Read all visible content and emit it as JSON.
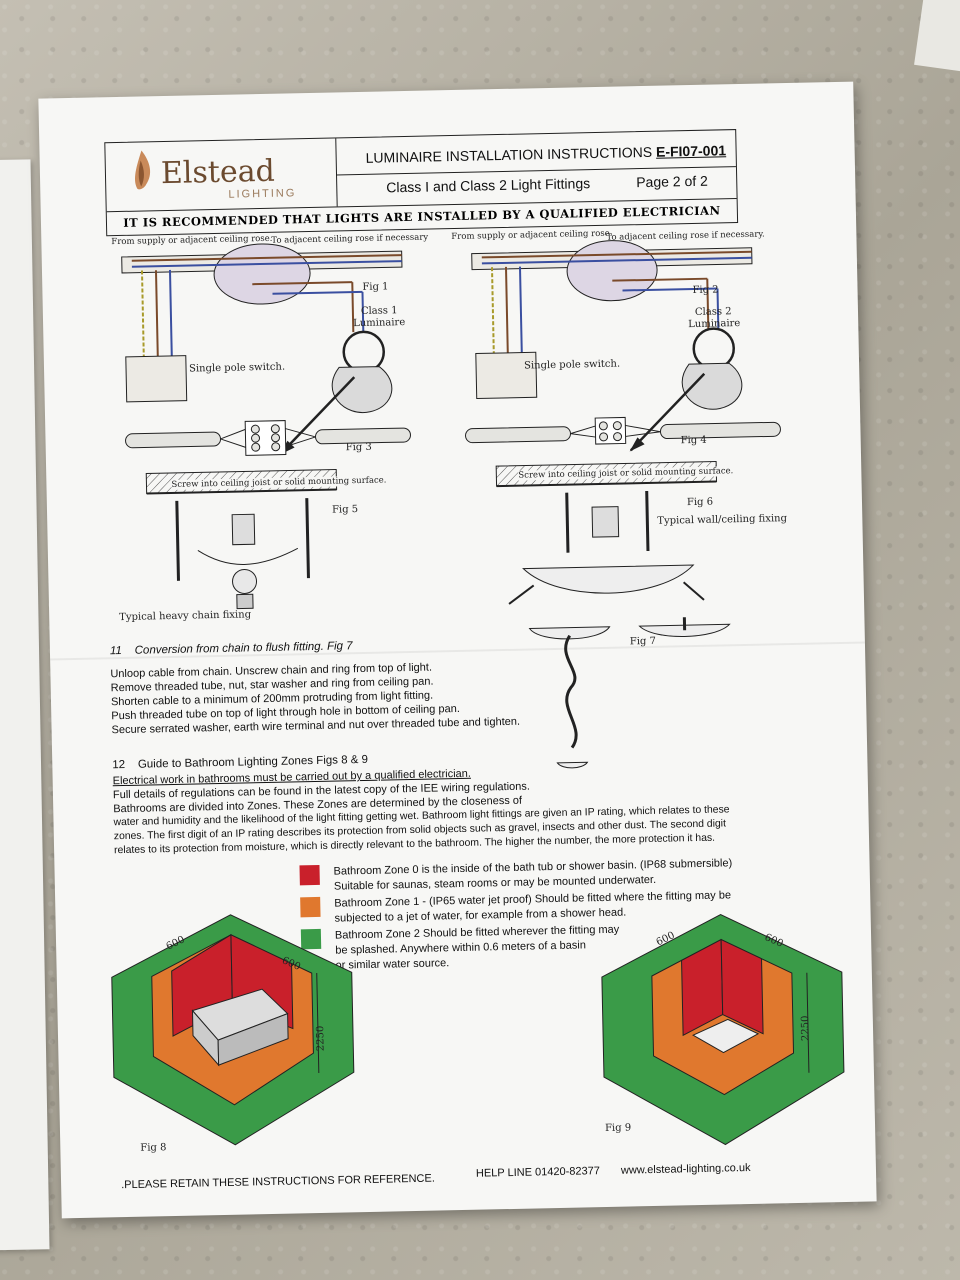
{
  "header": {
    "brand": "Elstead",
    "brand_sub": "LIGHTING",
    "title": "LUMINAIRE INSTALLATION INSTRUCTIONS",
    "code": "E-FI07-001",
    "subtitle": "Class I and Class 2 Light Fittings",
    "page": "Page 2 of 2",
    "recommendation": "IT IS RECOMMENDED THAT LIGHTS ARE INSTALLED BY A QUALIFIED ELECTRICIAN"
  },
  "diagram_labels": {
    "from_supply_left": "From supply or adjacent ceiling rose.",
    "to_adjacent_left": "To adjacent ceiling rose if necessary",
    "from_supply_right": "From supply or adjacent ceiling rose.",
    "to_adjacent_right": "To adjacent ceiling rose if necessary.",
    "fig1": "Fig 1",
    "fig2": "Fig 2",
    "fig3": "Fig 3",
    "fig4": "Fig 4",
    "fig5": "Fig 5",
    "fig6": "Fig 6",
    "fig7": "Fig 7",
    "fig8": "Fig 8",
    "fig9": "Fig 9",
    "class1": "Class 1",
    "class1_b": "Luminaire",
    "class2": "Class 2",
    "class2_b": "Luminaire",
    "switch_left": "Single pole switch.",
    "switch_right": "Single pole switch.",
    "screw_left": "Screw into ceiling joist or solid mounting surface.",
    "screw_right": "Screw into ceiling joist or solid mounting surface.",
    "heavy_chain": "Typical heavy chain fixing",
    "wall_ceiling": "Typical wall/ceiling fixing",
    "dim_600a": "600",
    "dim_600b": "600",
    "dim_2250a": "2250",
    "dim_600c": "600",
    "dim_600d": "600",
    "dim_2250b": "2250"
  },
  "section11": {
    "number": "11",
    "heading": "Conversion from chain to flush fitting. Fig 7",
    "lines": [
      "Unloop cable from chain. Unscrew chain and ring from top of light.",
      "Remove threaded tube, nut, star washer and ring from ceiling pan.",
      " Shorten cable to a minimum of 200mm protruding from light fitting.",
      " Push threaded tube on top of light through hole in bottom of ceiling pan.",
      "Secure serrated washer, earth wire terminal and nut over threaded tube and tighten."
    ]
  },
  "section12": {
    "number": "12",
    "heading": "Guide to Bathroom Lighting Zones Figs 8 & 9",
    "warning": "Electrical work in bathrooms must be carried out by a qualified electrician.",
    "lines": [
      "Full details of regulations can be found in the latest copy of the IEE wiring regulations.",
      "Bathrooms are divided into Zones. These Zones are determined by the closeness of",
      "water and humidity and the likelihood of the light fitting getting wet. Bathroom light fittings are given an IP rating, which relates to these",
      "zones. The first digit of an IP rating describes its protection from solid objects such as gravel, insects and other dust. The second digit",
      "relates to its protection from moisture, which is directly relevant to the bathroom. The higher the number, the more protection it has."
    ]
  },
  "zones": [
    {
      "color": "#c9202b",
      "lines": [
        "Bathroom Zone 0 is the inside of the bath tub or shower basin. (IP68 submersible)",
        "Suitable for saunas, steam rooms or may be mounted underwater."
      ]
    },
    {
      "color": "#e0782e",
      "lines": [
        "Bathroom Zone 1 - (IP65 water jet proof) Should be fitted where the fitting may be",
        "subjected to a jet of water, for example from a shower head."
      ]
    },
    {
      "color": "#3a9b48",
      "lines": [
        "Bathroom Zone 2 Should be fitted wherever the fitting may",
        "be splashed. Anywhere within 0.6 meters of a basin",
        "or similar water source."
      ]
    }
  ],
  "footer": {
    "retain": ".PLEASE RETAIN THESE INSTRUCTIONS FOR REFERENCE.",
    "helpline": "HELP LINE 01420-82377",
    "website": "www.elstead-lighting.co.uk"
  }
}
